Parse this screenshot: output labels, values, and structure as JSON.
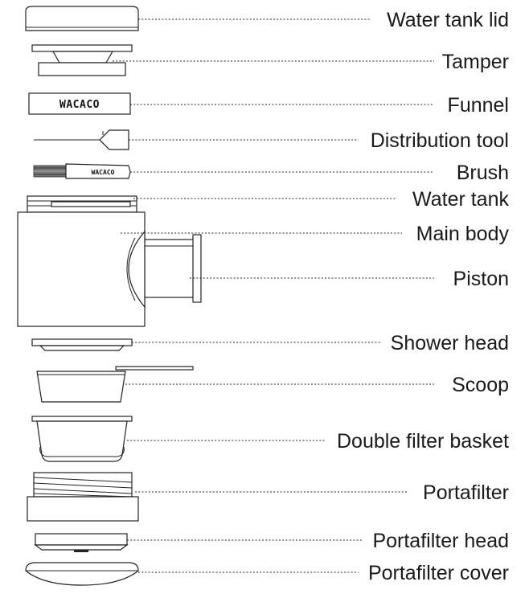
{
  "brand_text": "WACACO",
  "labels": [
    "Water tank lid",
    "Tamper",
    "Funnel",
    "Distribution tool",
    "Brush",
    "Water tank",
    "Main body",
    "Piston",
    "Shower head",
    "Scoop",
    "Double filter basket",
    "Portafilter",
    "Portafilter head",
    "Portafilter cover"
  ]
}
